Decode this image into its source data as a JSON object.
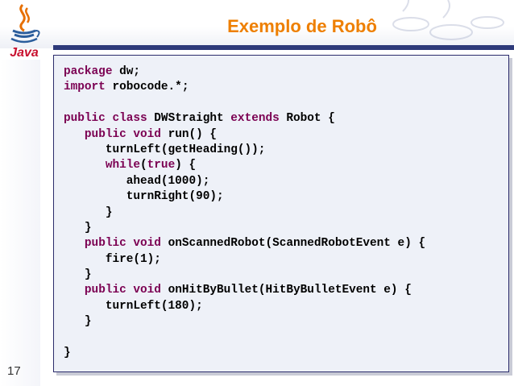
{
  "slide": {
    "title": "Exemplo de Robô",
    "logo_text": "Java",
    "page_number": "17"
  },
  "code": {
    "lines": [
      [
        {
          "t": "package",
          "k": true
        },
        {
          "t": " dw;",
          "k": false
        }
      ],
      [
        {
          "t": "import",
          "k": true
        },
        {
          "t": " robocode.*;",
          "k": false
        }
      ],
      [],
      [
        {
          "t": "public",
          "k": true
        },
        {
          "t": " ",
          "k": false
        },
        {
          "t": "class",
          "k": true
        },
        {
          "t": " DWStraight ",
          "k": false
        },
        {
          "t": "extends",
          "k": true
        },
        {
          "t": " Robot {",
          "k": false
        }
      ],
      [
        {
          "t": "   ",
          "k": false
        },
        {
          "t": "public",
          "k": true
        },
        {
          "t": " ",
          "k": false
        },
        {
          "t": "void",
          "k": true
        },
        {
          "t": " run() {",
          "k": false
        }
      ],
      [
        {
          "t": "      turnLeft(getHeading());",
          "k": false
        }
      ],
      [
        {
          "t": "      ",
          "k": false
        },
        {
          "t": "while",
          "k": true
        },
        {
          "t": "(",
          "k": false
        },
        {
          "t": "true",
          "k": true
        },
        {
          "t": ") {",
          "k": false
        }
      ],
      [
        {
          "t": "         ahead(1000);",
          "k": false
        }
      ],
      [
        {
          "t": "         turnRight(90);",
          "k": false
        }
      ],
      [
        {
          "t": "      }",
          "k": false
        }
      ],
      [
        {
          "t": "   }",
          "k": false
        }
      ],
      [
        {
          "t": "   ",
          "k": false
        },
        {
          "t": "public",
          "k": true
        },
        {
          "t": " ",
          "k": false
        },
        {
          "t": "void",
          "k": true
        },
        {
          "t": " onScannedRobot(ScannedRobotEvent e) {",
          "k": false
        }
      ],
      [
        {
          "t": "      fire(1);",
          "k": false
        }
      ],
      [
        {
          "t": "   }",
          "k": false
        }
      ],
      [
        {
          "t": "   ",
          "k": false
        },
        {
          "t": "public",
          "k": true
        },
        {
          "t": " ",
          "k": false
        },
        {
          "t": "void",
          "k": true
        },
        {
          "t": " onHitByBullet(HitByBulletEvent e) {",
          "k": false
        }
      ],
      [
        {
          "t": "      turnLeft(180);",
          "k": false
        }
      ],
      [
        {
          "t": "   }",
          "k": false
        }
      ],
      [],
      [
        {
          "t": "}",
          "k": false
        }
      ]
    ]
  },
  "colors": {
    "title": "#ee7f00",
    "keyword": "#7b0052",
    "title_bar": "#2e3a7a",
    "code_background": "#eef1f8"
  },
  "icons": {
    "logo": "java-coffee-cup-icon"
  }
}
